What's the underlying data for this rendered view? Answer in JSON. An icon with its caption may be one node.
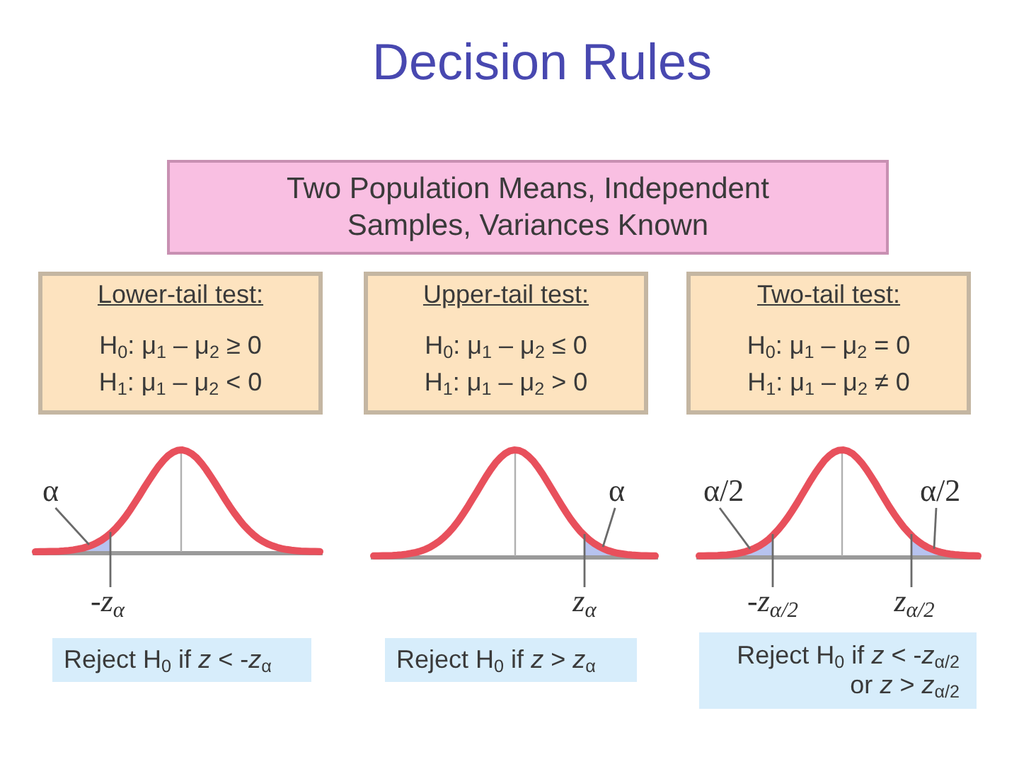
{
  "diagram": {
    "title": "Decision Rules",
    "nodes": [
      {
        "text": [
          "Two Population Means, Independent Samples, Variances Known"
        ]
      },
      {
        "text": [
          "Lower-tail test:",
          "H$_{0}$: μ$_{1}$ – μ$_{2}$ ≥ 0",
          "H$_{1}$: μ$_{1}$ – μ$_{2}$ < 0"
        ]
      },
      {
        "text": [
          "Upper-tail test:",
          "H$_{0}$: μ$_{1}$ – μ$_{2}$ ≤ 0",
          "H$_{1}$: μ$_{1}$ – μ$_{2}$ > 0"
        ]
      },
      {
        "text": [
          "Two-tail test:",
          "H$_{0}$: μ$_{1}$ – μ$_{2}$ = 0",
          "H$_{1}$: μ$_{1}$ – μ$_{2}$ ≠ 0"
        ]
      },
      {
        "text": [
          "α"
        ]
      },
      {
        "text": [],
        "shape": "area"
      },
      {
        "text": [],
        "shape": "area"
      },
      {
        "text": [
          "α"
        ]
      },
      {
        "text": [
          "α/2"
        ]
      },
      {
        "text": [],
        "shape": "area"
      },
      {
        "text": [],
        "shape": "area"
      },
      {
        "text": [
          "α/2"
        ]
      },
      {
        "text": [
          "-z$_{α}$"
        ]
      },
      {
        "text": [
          "z$_{α}$"
        ]
      },
      {
        "text": [
          "-z$_{α/2}$"
        ]
      },
      {
        "text": [
          "z$_{α/2}$"
        ]
      },
      {
        "text": [
          "Reject H$_{0}$ if *z* < -*z*$_{α}$"
        ]
      },
      {
        "text": [
          "Reject H$_{0}$ if *z* > *z*$_{α}$"
        ]
      },
      {
        "text": [
          "Reject H$_{0}$ if *z* < -*z*$_{α/2}$ or *z* > *z*$_{α/2}$"
        ]
      }
    ],
    "edges": [
      {
        "from": 4,
        "to": 5,
        "arrow": "none"
      },
      {
        "from": 7,
        "to": 6,
        "arrow": "none"
      },
      {
        "from": 8,
        "to": 9,
        "arrow": "none"
      },
      {
        "from": 11,
        "to": 10,
        "arrow": "none"
      },
      {
        "from": 12,
        "to": 5,
        "arrow": "none"
      },
      {
        "from": 13,
        "to": 6,
        "arrow": "none"
      },
      {
        "from": 14,
        "to": 9,
        "arrow": "none"
      },
      {
        "from": 15,
        "to": 10,
        "arrow": "none"
      }
    ]
  }
}
